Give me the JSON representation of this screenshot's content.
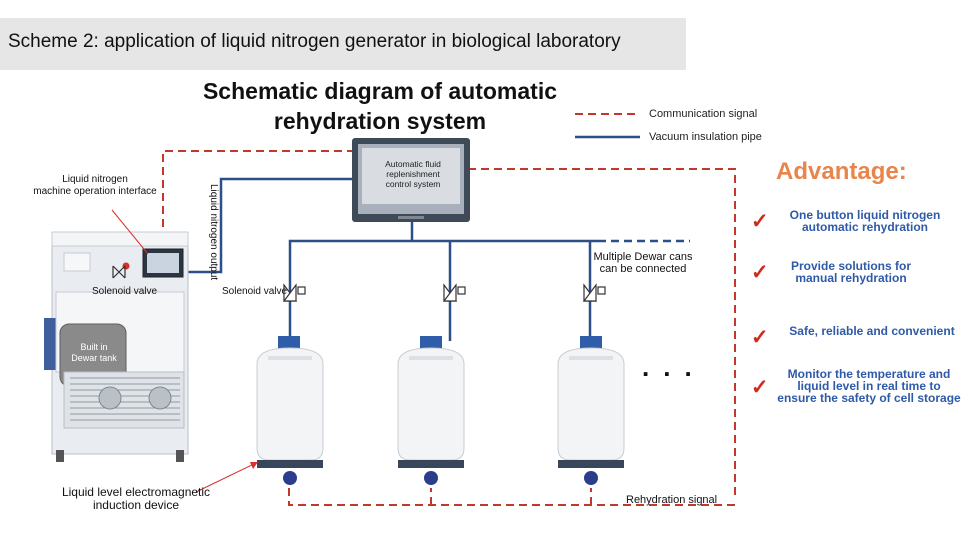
{
  "header": {
    "title": "Scheme 2: application of liquid nitrogen generator in biological laboratory"
  },
  "diagram": {
    "title_line1": "Schematic diagram of automatic",
    "title_line2": "rehydration system"
  },
  "legend": {
    "communication": "Communication signal",
    "vacuum": "Vacuum insulation pipe"
  },
  "labels": {
    "machine_interface_line1": "Liquid nitrogen",
    "machine_interface_line2": "machine operation interface",
    "ln_output": "Liquid nitrogen output",
    "solenoid_left": "Solenoid valve",
    "solenoid_center": "Solenoid valve",
    "control_line1": "Automatic fluid",
    "control_line2": "replenishment",
    "control_line3": "control system",
    "multiple_line1": "Multiple Dewar cans",
    "multiple_line2": "can be connected",
    "tank_line1": "Built in",
    "tank_line2": "Dewar tank",
    "level_line1": "Liquid level electromagnetic",
    "level_line2": "induction device",
    "rehydration_signal": "Rehydration signal",
    "dots": "..."
  },
  "advantages": {
    "title": "Advantage:",
    "items": [
      {
        "line1": "One button liquid nitrogen",
        "line2": "automatic rehydration",
        "line3": ""
      },
      {
        "line1": "Provide solutions for",
        "line2": "manual rehydration",
        "line3": ""
      },
      {
        "line1": "Safe, reliable and convenient",
        "line2": "",
        "line3": ""
      },
      {
        "line1": "Monitor the temperature and",
        "line2": "liquid level in real time to",
        "line3": "ensure the safety of cell storage"
      }
    ]
  },
  "colors": {
    "signal": "#c0392b",
    "pipe": "#2b4f86",
    "accent": "#e9844a",
    "advantage_text": "#2e5aa8",
    "check": "#d02a1e"
  },
  "icons": {
    "check": "checkmark-icon",
    "valve": "valve-icon"
  }
}
